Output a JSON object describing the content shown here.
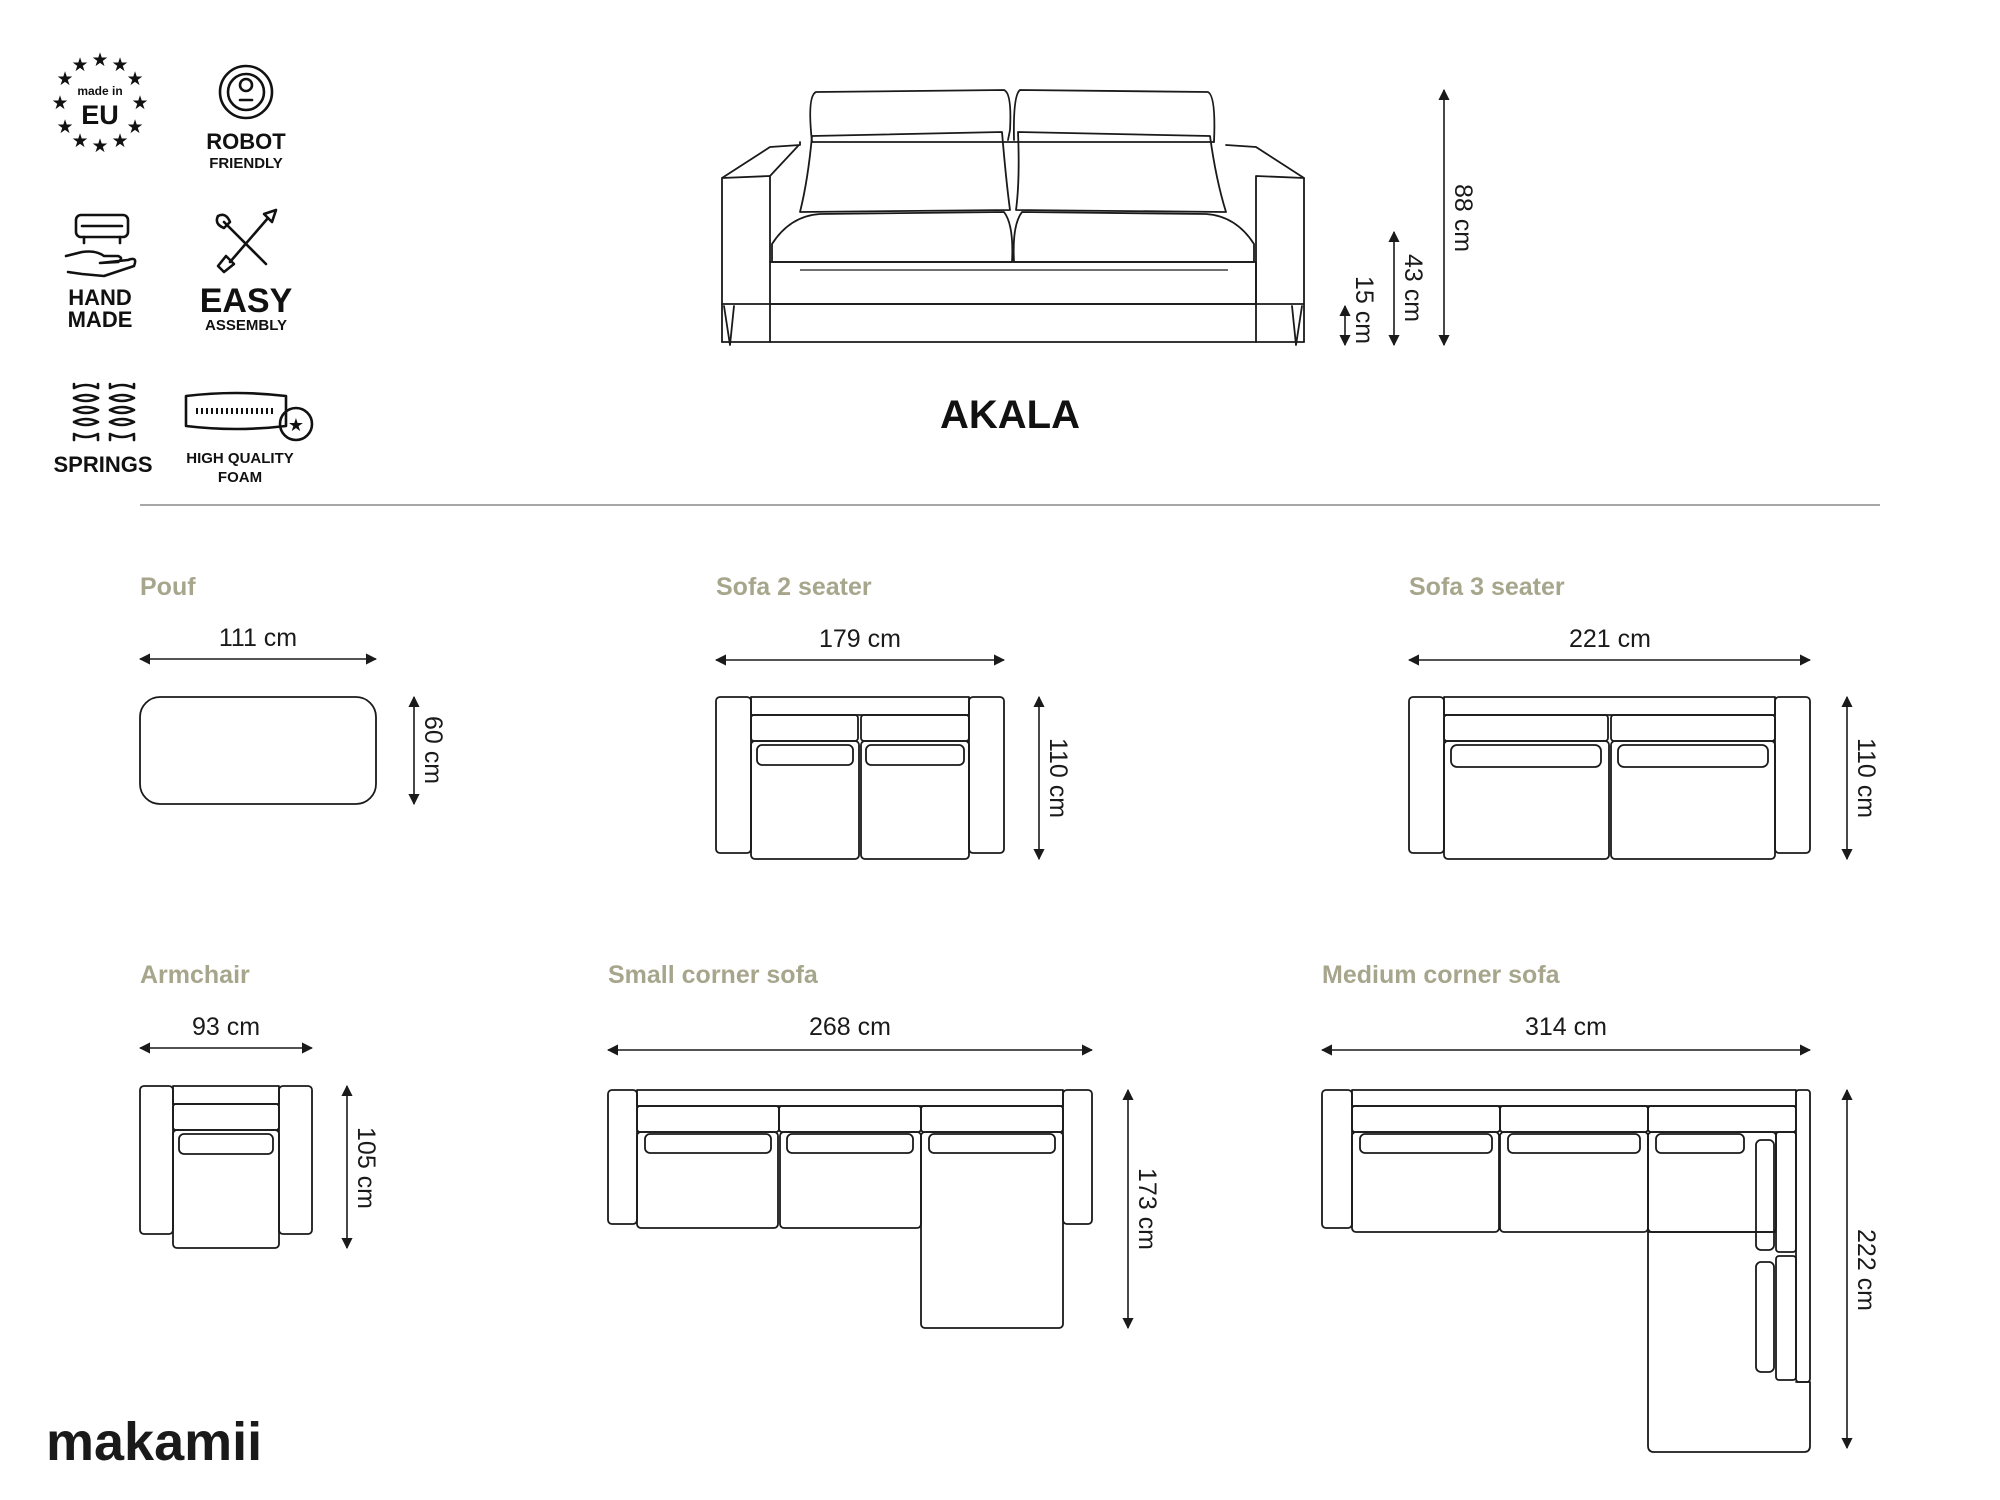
{
  "product": {
    "name": "AKALA"
  },
  "brand": {
    "logo": "makamii"
  },
  "colors": {
    "section_title": "#a7a68d",
    "line": "#1a1a1a",
    "background": "#ffffff"
  },
  "badges": [
    {
      "icon": "eu-stars-icon",
      "line1": "made in",
      "line2": "EU"
    },
    {
      "icon": "robot-vacuum-icon",
      "line1": "ROBOT",
      "line2": "FRIENDLY"
    },
    {
      "icon": "hand-sofa-icon",
      "line1": "HAND",
      "line2": "MADE"
    },
    {
      "icon": "tools-icon",
      "line1": "EASY",
      "line2": "ASSEMBLY"
    },
    {
      "icon": "springs-icon",
      "line1": "SPRINGS"
    },
    {
      "icon": "foam-quality-icon",
      "line1": "HIGH QUALITY",
      "line2": "FOAM"
    }
  ],
  "front_view": {
    "total_height": "88 cm",
    "seat_height": "43 cm",
    "leg_height": "15 cm"
  },
  "variants": [
    {
      "name": "Pouf",
      "width": "111 cm",
      "depth": "60 cm"
    },
    {
      "name": "Sofa 2 seater",
      "width": "179 cm",
      "depth": "110 cm"
    },
    {
      "name": "Sofa 3 seater",
      "width": "221 cm",
      "depth": "110 cm"
    },
    {
      "name": "Armchair",
      "width": "93 cm",
      "depth": "105 cm"
    },
    {
      "name": "Small corner sofa",
      "width": "268 cm",
      "depth": "173 cm"
    },
    {
      "name": "Medium corner sofa",
      "width": "314 cm",
      "depth": "222 cm"
    }
  ]
}
